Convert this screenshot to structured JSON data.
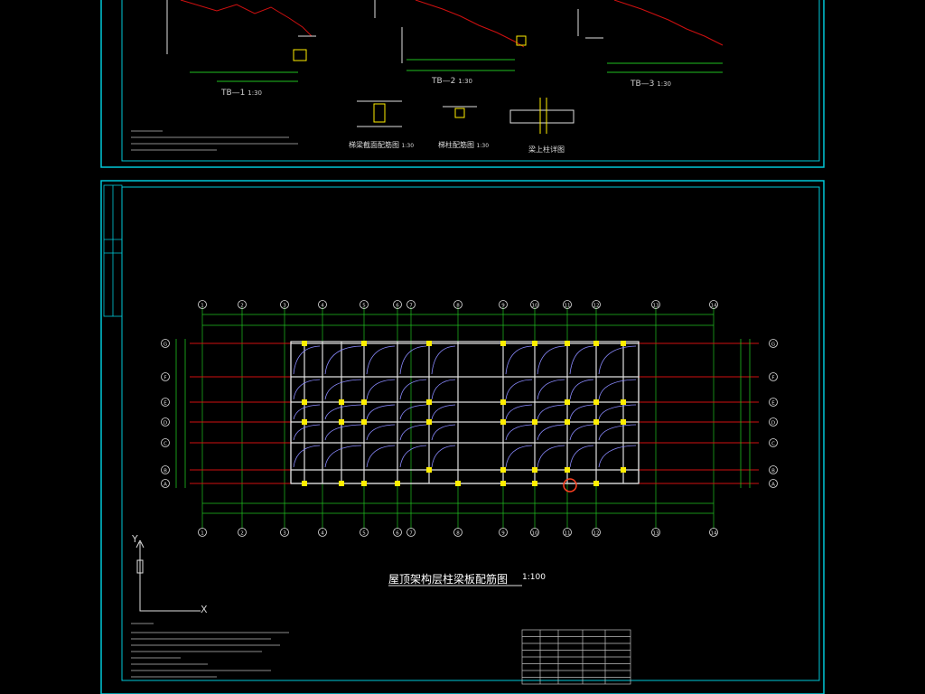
{
  "drawing": {
    "main_title": "屋顶架构层柱梁板配筋图",
    "main_scale": "1:100",
    "top_sheet": {
      "stair_labels": [
        {
          "name": "TB—1",
          "scale": "1:30"
        },
        {
          "name": "TB—2",
          "scale": "1:30"
        },
        {
          "name": "TB—3",
          "scale": "1:30"
        }
      ],
      "detail_labels": [
        {
          "name": "梯梁截面配筋图",
          "scale": "1:30"
        },
        {
          "name": "梯柱配筋图",
          "scale": "1:30"
        },
        {
          "name": "梁上柱详图",
          "scale": ""
        }
      ]
    },
    "ucs": {
      "y": "Y",
      "x": "X"
    },
    "grid_columns": [
      "1",
      "2",
      "3",
      "4",
      "5",
      "6",
      "7",
      "8",
      "9",
      "10",
      "11",
      "12",
      "13",
      "14"
    ],
    "grid_rows": [
      "G",
      "F",
      "E",
      "D",
      "C",
      "B",
      "A"
    ],
    "colors": {
      "border": "#00c8d8",
      "grid_red": "#d01010",
      "beam_white": "#e0e0e0",
      "column_yellow": "#ffee00",
      "dim_green": "#20c020",
      "rebar_purple": "#8080ff",
      "text": "#ffffff"
    }
  }
}
